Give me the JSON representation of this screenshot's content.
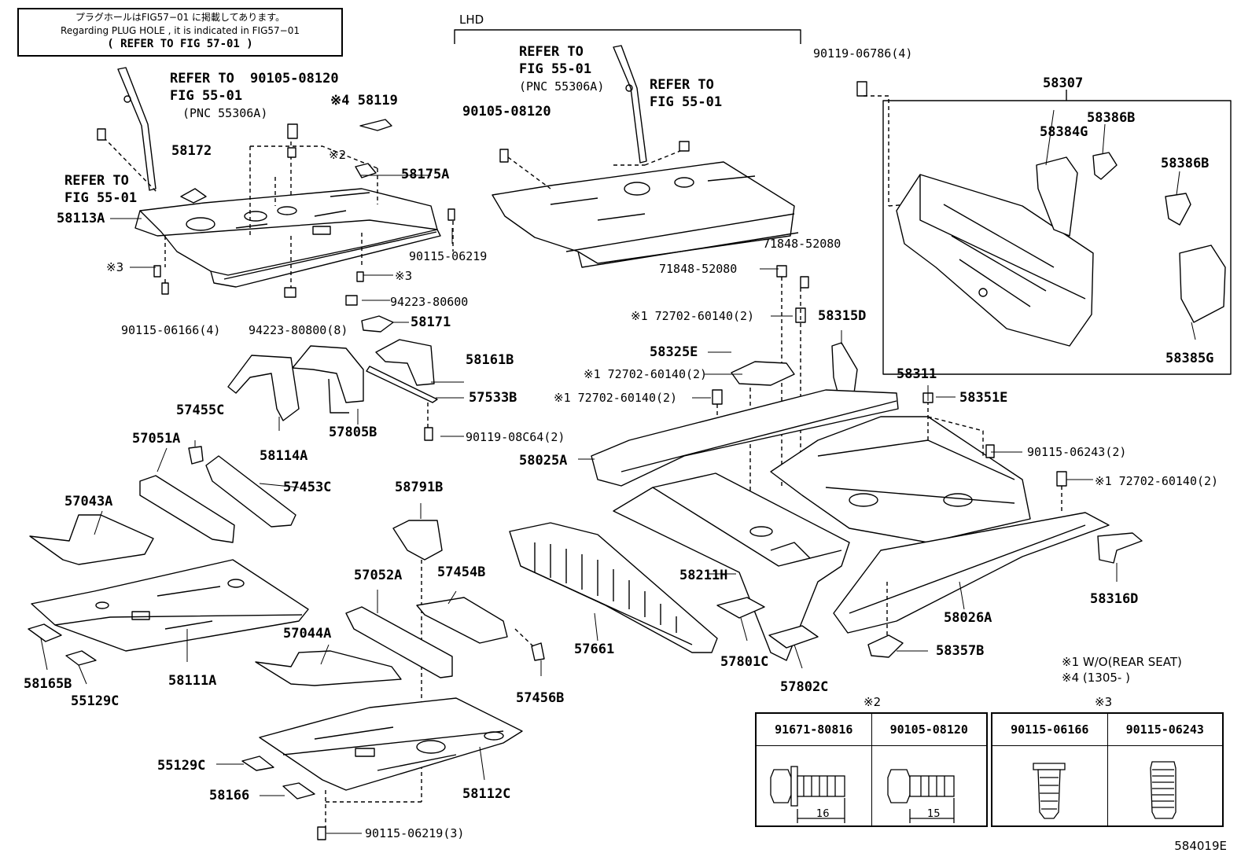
{
  "notice": {
    "line1": "プラグホールはFIG57−01 に掲載してあります。",
    "line2": "Regarding PLUG HOLE , it is indicated in FIG57−01",
    "line3": "( REFER TO FIG 57-01 )"
  },
  "lhd_label": "LHD",
  "labels": {
    "refer_a1": "REFER TO",
    "refer_a2": "FIG 55-01",
    "refer_a3": "(PNC 55306A)",
    "refer_b1": "REFER TO",
    "refer_b2": "FIG 55-01",
    "refer_c1": "REFER TO",
    "refer_c2": "FIG 55-01",
    "refer_c3": "(PNC 55306A)",
    "refer_d1": "REFER TO",
    "refer_d2": "FIG 55-01",
    "p90105_08120_a": "90105-08120",
    "p58119": "※4 58119",
    "p58172": "58172",
    "p58113A": "58113A",
    "mark2": "※2",
    "p58175A": "58175A",
    "p90115_06219": "90115-06219",
    "mark3_a": "※3",
    "mark3_b": "※3",
    "p94223_80600": "94223-80600",
    "p90115_06166": "90115-06166(4)",
    "p94223_80800": "94223-80800(8)",
    "p58171": "58171",
    "p58161B": "58161B",
    "p57533B": "57533B",
    "p90119_08C64": "90119-08C64(2)",
    "p58114A": "58114A",
    "p57805B": "57805B",
    "p57455C": "57455C",
    "p57051A": "57051A",
    "p57453C": "57453C",
    "p57043A": "57043A",
    "p58791B": "58791B",
    "p57052A": "57052A",
    "p57454B": "57454B",
    "p57044A": "57044A",
    "p57456B": "57456B",
    "p58111A": "58111A",
    "p58165B": "58165B",
    "p55129C_a": "55129C",
    "p55129C_b": "55129C",
    "p58166": "58166",
    "p58112C": "58112C",
    "p90115_06219_3": "90115-06219(3)",
    "p90105_08120_b": "90105-08120",
    "p90119_06786": "90119-06786(4)",
    "p58307": "58307",
    "p58386B_a": "58386B",
    "p58384G": "58384G",
    "p58386B_b": "58386B",
    "p58385G": "58385G",
    "p71848_52080_a": "71848-52080",
    "p71848_52080_b": "71848-52080",
    "p72702_a": "※1 72702-60140(2)",
    "p58315D": "58315D",
    "p58325E": "58325E",
    "p72702_b": "※1 72702-60140(2)",
    "p72702_c": "※1 72702-60140(2)",
    "p58311": "58311",
    "p58351E": "58351E",
    "p58025A": "58025A",
    "p90115_06243": "90115-06243(2)",
    "p72702_d": "※1 72702-60140(2)",
    "p58211H": "58211H",
    "p57661": "57661",
    "p58026A": "58026A",
    "p58316D": "58316D",
    "p57801C": "57801C",
    "p57802C": "57802C",
    "p58357B": "58357B"
  },
  "legend": {
    "line1": "※1 W/O(REAR SEAT)",
    "line2": "※4 (1305-      )"
  },
  "table2": {
    "mark": "※2",
    "h1": "91671-80816",
    "h2": "90105-08120",
    "dim1": "16",
    "dim2": "15"
  },
  "table3": {
    "mark": "※3",
    "h1": "90115-06166",
    "h2": "90115-06243"
  },
  "figure_code": "584019E"
}
